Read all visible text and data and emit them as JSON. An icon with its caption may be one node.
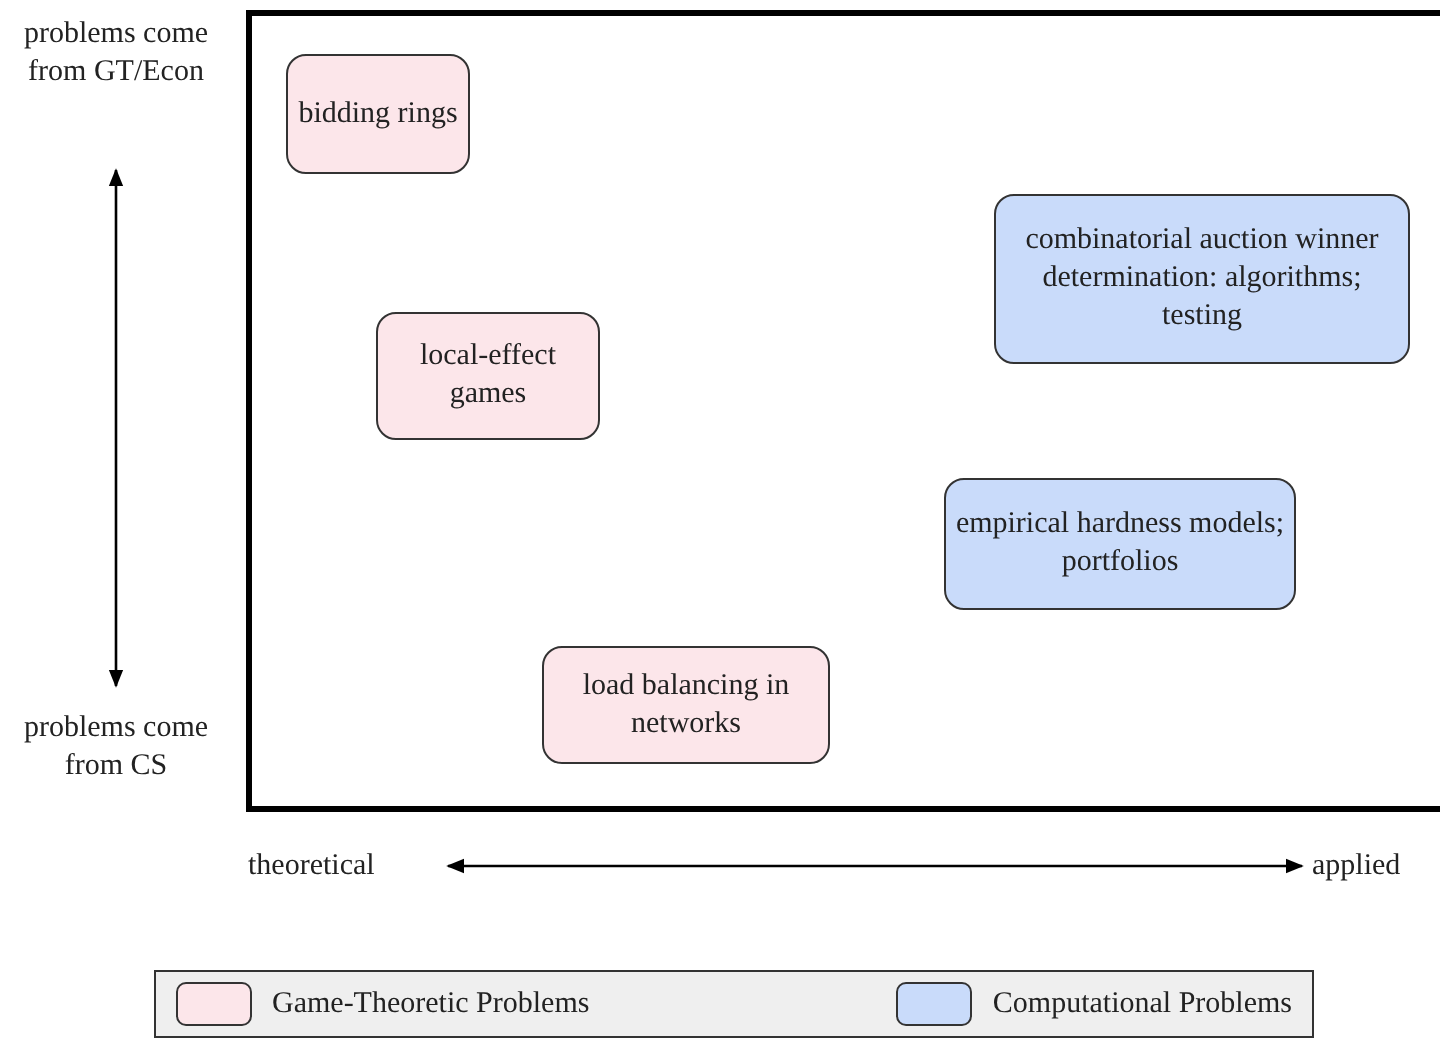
{
  "diagram": {
    "nodes": [
      {
        "text": [],
        "shape": "box"
      },
      {
        "text": [
          "bidding rings"
        ],
        "in": 0
      },
      {
        "text": [
          "combinatorial auction winner determination: algorithms; testing"
        ],
        "in": 0
      },
      {
        "text": [
          "local-effect games"
        ],
        "in": 0
      },
      {
        "text": [
          "empirical hardness models; portfolios"
        ],
        "in": 0
      },
      {
        "text": [
          "load balancing in networks"
        ],
        "in": 0
      }
    ],
    "edges": [],
    "labels": [
      "problems come from GT/Econ",
      "problems come from CS",
      "theoretical",
      "applied"
    ],
    "legend": [
      {
        "text": "Game-Theoretic Problems",
        "color": "#fce6ea"
      },
      {
        "text": "Computational Problems",
        "color": "#c9dbfa"
      }
    ]
  }
}
